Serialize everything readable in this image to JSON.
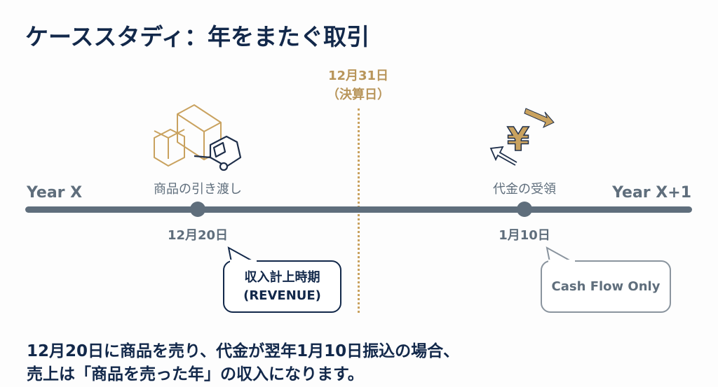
{
  "title": "ケーススタディ：年をまたぐ取引",
  "fiscal_end": {
    "date": "12月31日",
    "label": "（決算日）"
  },
  "timeline": {
    "start_label": "Year X",
    "end_label": "Year X+1"
  },
  "events": [
    {
      "label": "商品の引き渡し",
      "date": "12月20日",
      "icon": "delivery-truck-icon",
      "callout": [
        "収入計上時期",
        "(REVENUE)"
      ]
    },
    {
      "label": "代金の受領",
      "date": "1月10日",
      "icon": "yen-transfer-icon",
      "callout": [
        "Cash Flow Only"
      ]
    }
  ],
  "summary": [
    "12月20日に商品を売り、代金が翌年1月10日振込の場合、",
    "売上は「商品を売った年」の収入になります。"
  ],
  "colors": {
    "navy": "#12284a",
    "gold": "#c9a25f",
    "slate": "#5f6e7c"
  }
}
